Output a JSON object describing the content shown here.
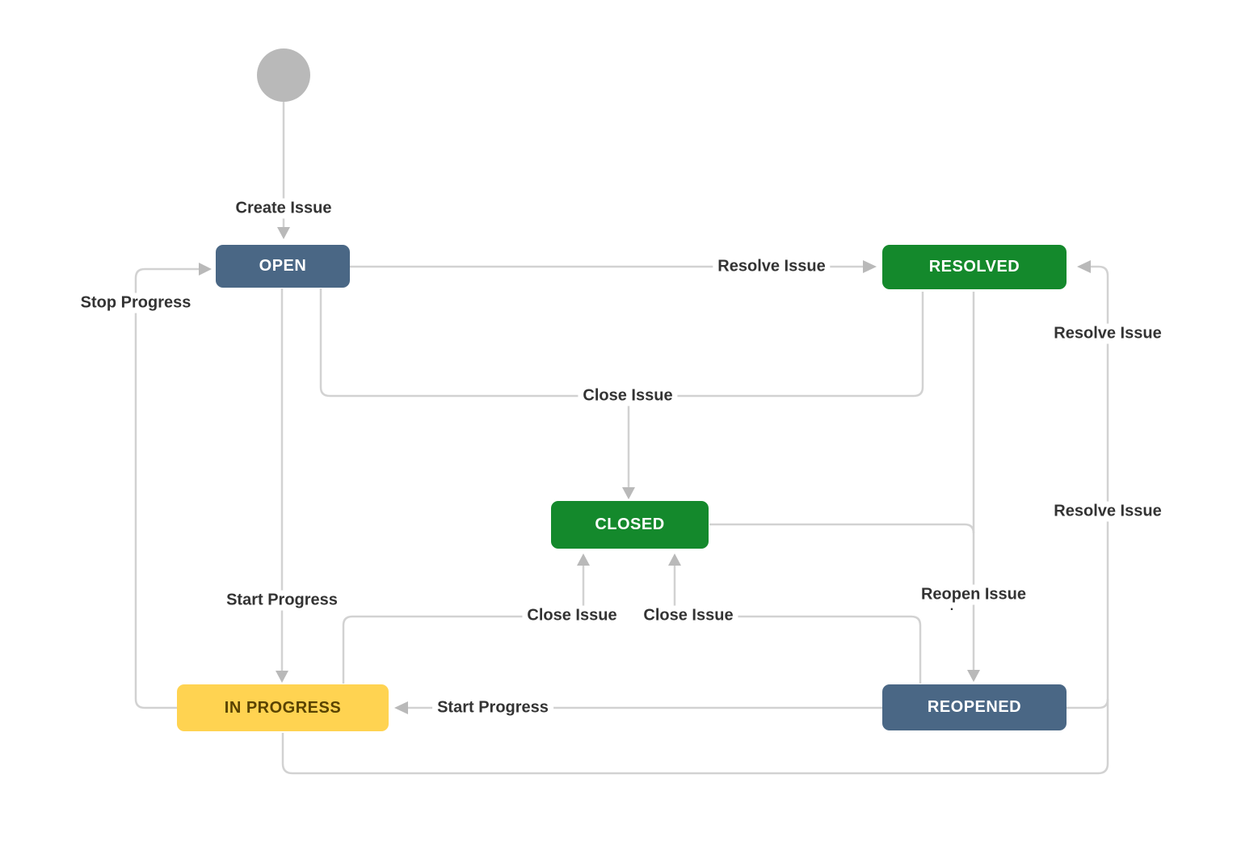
{
  "nodes": {
    "open": {
      "label": "OPEN",
      "bg": "#4a6785",
      "text": "#ffffff"
    },
    "resolved": {
      "label": "RESOLVED",
      "bg": "#14892c",
      "text": "#ffffff"
    },
    "closed": {
      "label": "CLOSED",
      "bg": "#14892c",
      "text": "#ffffff"
    },
    "in_progress": {
      "label": "IN PROGRESS",
      "bg": "#ffd351",
      "text": "#594300"
    },
    "reopened": {
      "label": "REOPENED",
      "bg": "#4a6785",
      "text": "#ffffff"
    }
  },
  "transitions": {
    "create_issue": "Create Issue",
    "resolve_issue_from_open": "Resolve Issue",
    "stop_progress": "Stop Progress",
    "close_issue_shared": "Close Issue",
    "start_progress_from_open": "Start Progress",
    "close_issue_from_in_progress": "Close Issue",
    "close_issue_from_reopened": "Close Issue",
    "reopen_issue": "Reopen Issue",
    "reopen_issue_dot": ".",
    "resolve_issue_from_reopened": "Resolve Issue",
    "resolve_issue_from_in_progress": "Resolve Issue",
    "start_progress_from_reopened": "Start Progress"
  },
  "colors": {
    "line": "#d2d2d2",
    "arrow": "#b9b9b9",
    "start_node": "#b9b9b9",
    "label_text": "#333333",
    "background": "#ffffff"
  }
}
